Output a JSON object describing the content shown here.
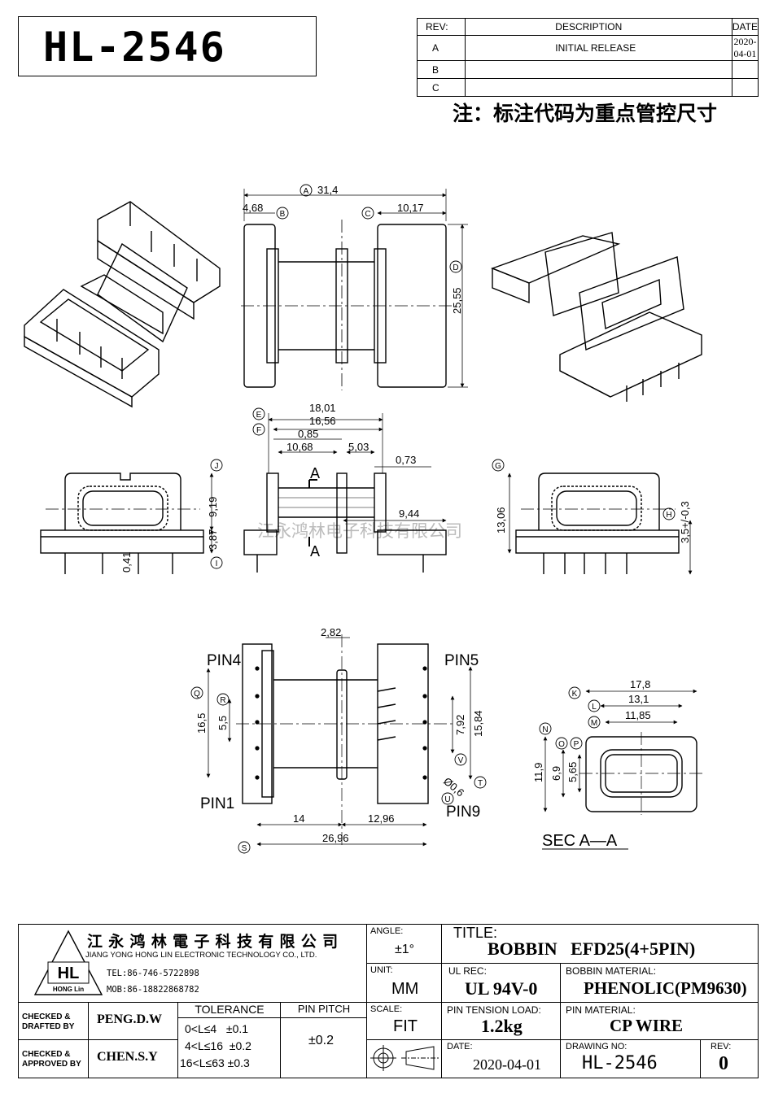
{
  "header": {
    "part_number": "HL-2546",
    "note": "注：标注代码为重点管控尺寸"
  },
  "revision_table": {
    "headers": {
      "rev": "REV:",
      "description": "DESCRIPTION",
      "date": "DATE"
    },
    "rows": [
      {
        "rev": "A",
        "description": "INITIAL RELEASE",
        "date": "2020-04-01"
      },
      {
        "rev": "B",
        "description": "",
        "date": ""
      },
      {
        "rev": "C",
        "description": "",
        "date": ""
      }
    ]
  },
  "drawing": {
    "watermark": "江永鸿林电子科技有限公司",
    "top_view": {
      "overall": "31,4",
      "left_flange": "4,68",
      "right_flange": "10,17",
      "height": "25,55",
      "markers": {
        "a": "A",
        "b": "B",
        "c": "C",
        "d": "D"
      }
    },
    "front_view": {
      "d1": "18,01",
      "d2": "16,56",
      "d3": "0,85",
      "d4": "10,68",
      "d5": "5,03",
      "d6": "0,73",
      "d7": "9,44",
      "markers": {
        "e": "E",
        "f": "F"
      },
      "section_label": "A"
    },
    "left_view": {
      "d1": "9,19",
      "d2": "3,87",
      "d3": "0,41",
      "markers": {
        "j": "J",
        "i": "I"
      }
    },
    "right_view": {
      "d1": "13,06",
      "d2": "3,5+/-0,3",
      "markers": {
        "g": "G",
        "h": "H"
      }
    },
    "bottom_view": {
      "d_top": "2,82",
      "d_q": "16,5",
      "d_r": "5,5",
      "d_v": "7,92",
      "d_t": "15,84",
      "pin_dia": "Ø0,6",
      "d_left": "14",
      "d_right": "12,96",
      "d_total": "26,96",
      "pin4": "PIN4",
      "pin5": "PIN5",
      "pin1": "PIN1",
      "pin9": "PIN9",
      "markers": {
        "q": "Q",
        "r": "R",
        "v": "V",
        "t": "T",
        "u": "U",
        "s": "S"
      }
    },
    "section_view": {
      "w1": "17,8",
      "w2": "13,1",
      "w3": "11,85",
      "h1": "11,9",
      "h2": "6,9",
      "h3": "5,65",
      "title": "SEC A—A",
      "markers": {
        "k": "K",
        "l": "L",
        "m": "M",
        "n": "N",
        "o": "O",
        "p": "P"
      }
    }
  },
  "title_block": {
    "company_cn": "江 永 鸿 林 電 子 科 技 有 限 公 司",
    "company_en": "JIANG YONG HONG LIN ELECTRONIC TECHNOLOGY CO., LTD.",
    "logo_text": "HL",
    "logo_sub": "HONG Lin",
    "tel": "TEL:86-746-5722898",
    "mob": "MOB:86-18822868782",
    "angle_label": "ANGLE:",
    "angle_value": "±1°",
    "title_label": "TITLE:",
    "title_value": "BOBBIN   EFD25(4+5PIN)",
    "unit_label": "UNIT:",
    "unit_value": "MM",
    "ulrec_label": "UL REC:",
    "ulrec_value": "UL 94V-0",
    "bobbin_mat_label": "BOBBIN MATERIAL:",
    "bobbin_mat_value": "PHENOLIC(PM9630)",
    "checked_label": "CHECKED &\nDRAFTED BY",
    "checked_value": "PENG.D.W",
    "approved_label": "CHECKED &\nAPPROVED BY",
    "approved_value": "CHEN.S.Y",
    "tolerance_label": "TOLERANCE",
    "tolerance_rows": [
      "0<L≤4   ±0.1",
      "4<L≤16  ±0.2",
      "16<L≤63 ±0.3"
    ],
    "pitch_label": "PIN PITCH",
    "pitch_value": "±0.2",
    "scale_label": "SCALE:",
    "scale_value": "FIT",
    "tension_label": "PIN TENSION LOAD:",
    "tension_value": "1.2kg",
    "pin_mat_label": "PIN MATERIAL:",
    "pin_mat_value": "CP WIRE",
    "date_label": "DATE:",
    "date_value": "2020-04-01",
    "dwg_label": "DRAWING NO:",
    "dwg_value": "HL-2546",
    "rev_label": "REV:",
    "rev_value": "0"
  }
}
